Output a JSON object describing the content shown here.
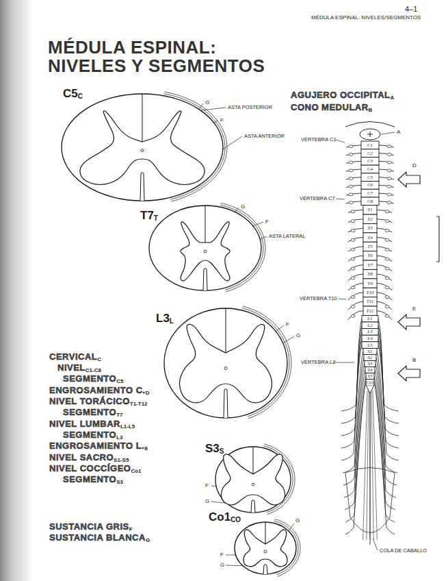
{
  "diagram": {
    "title": "MÉDULA ESPINAL: NIVELES Y SEGMENTOS",
    "labels": [
      "4–1",
      "MÉDULA ESPINAL: NIVELES/SEGMENTOS",
      "C5",
      "C",
      "G",
      "ASTA POSTERIOR",
      "F",
      "ASTA ANTERIOR",
      "T7",
      "T",
      "G",
      "F",
      "ASTA LATERAL",
      "L3",
      "L",
      "F",
      "G",
      "S3",
      "S",
      "F",
      "G",
      "Co1",
      "CO",
      "G",
      "F",
      "G",
      "AGUJERO OCCIPITAL",
      "A",
      "CONO MEDULAR",
      "B",
      "VÉRTEBRA C1",
      "A",
      "D",
      "VÉRTEBRA C7",
      "VÉRTEBRA T10",
      "E",
      "VÉRTEBRA L2",
      "B",
      "COLA DE CABALLO",
      "CERVICAL",
      "C",
      "NIVEL",
      "C1-C8",
      "SEGMENTO",
      "C5",
      "ENGROSAMIENTO C.",
      "D",
      "NIVEL TORÁCICO",
      "T1-T12",
      "SEGMENTO",
      "T7",
      "NIVEL LUMBAR",
      "L1-L5",
      "SEGMENTO",
      "L3",
      "ENGROSAMIENTO L.",
      "E",
      "NIVEL SACRO",
      "S1-S5",
      "NIVEL COCCÍGEO",
      "Co1",
      "SEGMENTO",
      "S3",
      "SUSTANCIA GRIS",
      "F",
      "SUSTANCIA BLANCA",
      "G",
      "C1",
      "C2",
      "C3",
      "C4",
      "C5",
      "C6",
      "C7",
      "C8",
      "T1",
      "T2",
      "T3",
      "T4",
      "T5",
      "T6",
      "T7",
      "T8",
      "T9",
      "T10",
      "T11",
      "T12",
      "L1",
      "L2",
      "L3",
      "L4",
      "L5",
      "S1",
      "S2",
      "S3",
      "S4",
      "S5",
      "Co1"
    ]
  }
}
